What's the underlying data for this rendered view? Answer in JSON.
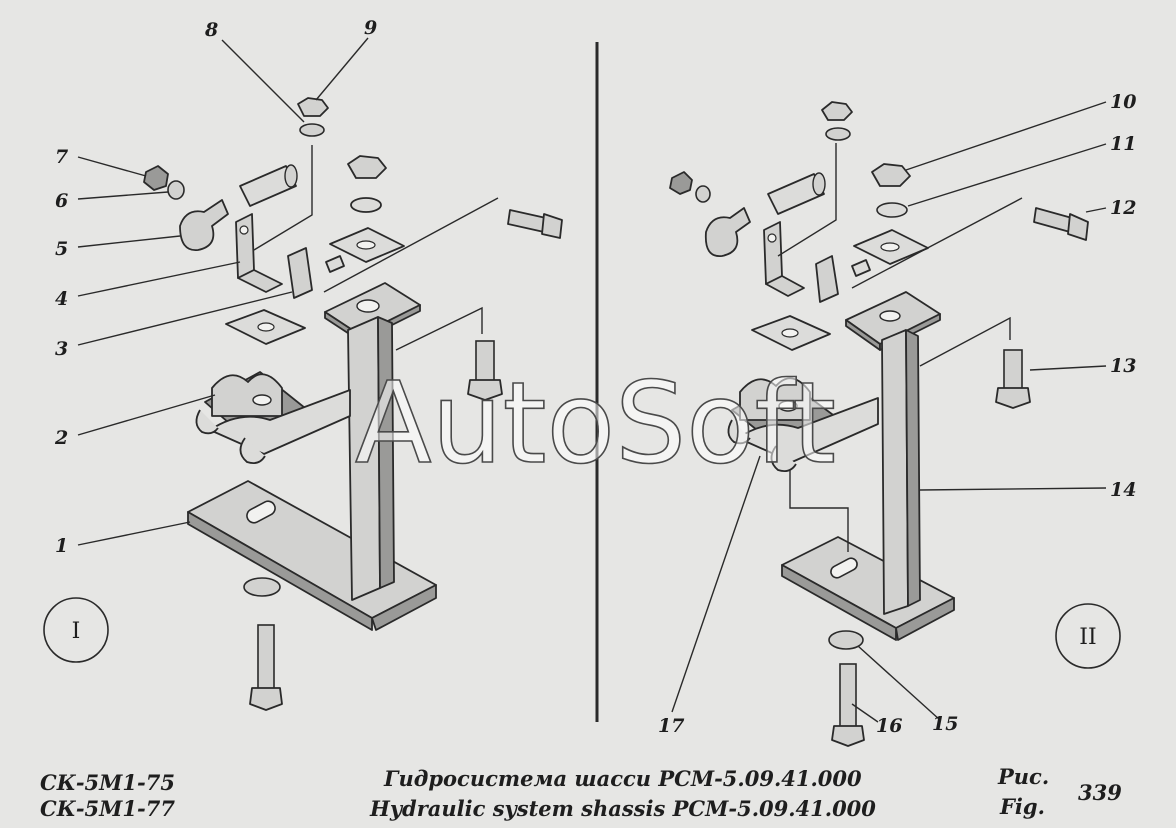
{
  "watermark": "AutoSoft",
  "views": [
    {
      "id": "I",
      "label": "I"
    },
    {
      "id": "II",
      "label": "II"
    }
  ],
  "callouts": [
    {
      "num": "1"
    },
    {
      "num": "2"
    },
    {
      "num": "3"
    },
    {
      "num": "4"
    },
    {
      "num": "5"
    },
    {
      "num": "6"
    },
    {
      "num": "7"
    },
    {
      "num": "8"
    },
    {
      "num": "9"
    },
    {
      "num": "10"
    },
    {
      "num": "11"
    },
    {
      "num": "12"
    },
    {
      "num": "13"
    },
    {
      "num": "14"
    },
    {
      "num": "15"
    },
    {
      "num": "16"
    },
    {
      "num": "17"
    }
  ],
  "footer": {
    "models": [
      "СК-5М1-75",
      "СК-5М1-77"
    ],
    "title_ru": "Гидросистема шасси РСМ-5.09.41.000",
    "title_en": "Hydraulic system shassis РСМ-5.09.41.000",
    "fig_label_ru": "Рис.",
    "fig_label_en": "Fig.",
    "fig_number": "339"
  }
}
